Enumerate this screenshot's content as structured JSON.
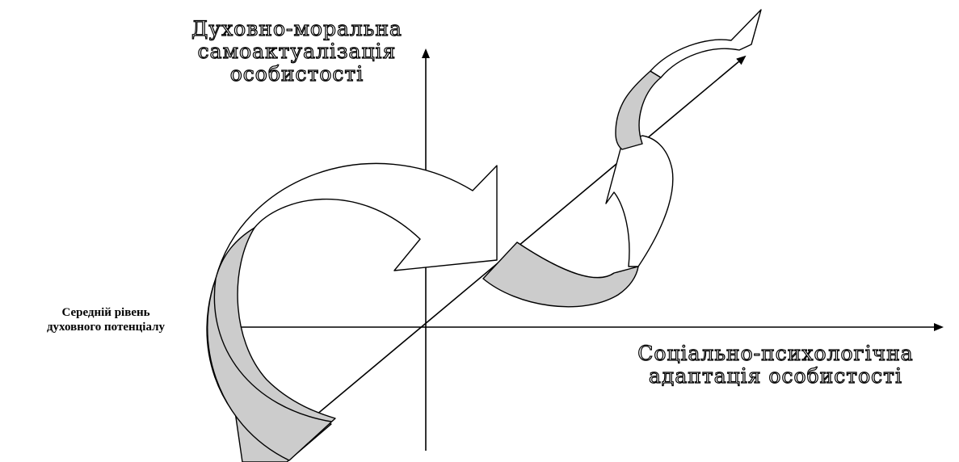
{
  "labels": {
    "y_axis_line1": "Духовно-моральна",
    "y_axis_line2": "самоактуалізація",
    "y_axis_line3": "особистості",
    "x_axis_line1": "Соціально-психологічна",
    "x_axis_line2": "адаптація особистості",
    "origin_line1": "Середній рівень",
    "origin_line2": "духовного потенціалу"
  },
  "colors": {
    "stroke": "#000000",
    "ribbon_back": "#cccccc",
    "ribbon_front": "#ffffff"
  }
}
